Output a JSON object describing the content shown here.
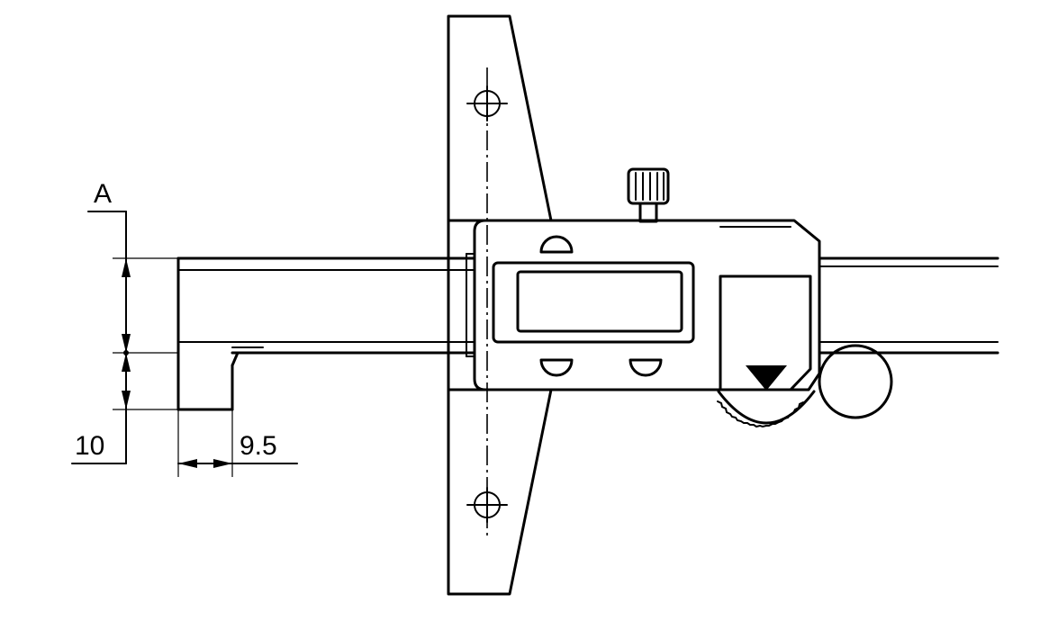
{
  "dimensions": {
    "label_a": "A",
    "value_height": "10",
    "value_width": "9.5"
  },
  "icons": {
    "mount_hole": "crosshair-circle-icon",
    "direction": "down-triangle-icon",
    "button_shape": "half-circle-icon"
  },
  "colors": {
    "line": "#000000",
    "background": "#ffffff"
  }
}
